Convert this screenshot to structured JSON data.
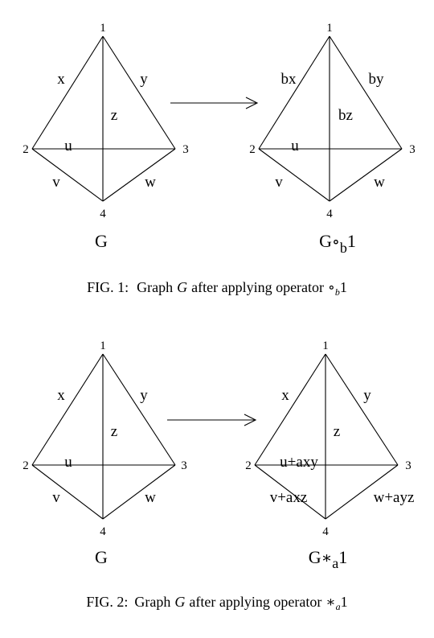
{
  "figures": [
    {
      "caption_prefix": "FIG. 1:",
      "caption_text_a": "Graph",
      "caption_var": "G",
      "caption_text_b": "after applying operator",
      "caption_op": "∘",
      "caption_sub": "b",
      "caption_tail": "1",
      "left": {
        "name": "G",
        "vertices": {
          "v1": "1",
          "v2": "2",
          "v3": "3",
          "v4": "4"
        },
        "edges": {
          "e12": "x",
          "e13": "y",
          "e14": "z",
          "e23": "u",
          "e24": "v",
          "e34": "w"
        }
      },
      "right": {
        "name_main": "G",
        "name_op": "∘",
        "name_sub": "b",
        "name_tail": "1",
        "vertices": {
          "v1": "1",
          "v2": "2",
          "v3": "3",
          "v4": "4"
        },
        "edges": {
          "e12": "bx",
          "e13": "by",
          "e14": "bz",
          "e23": "u",
          "e24": "v",
          "e34": "w"
        }
      }
    },
    {
      "caption_prefix": "FIG. 2:",
      "caption_text_a": "Graph",
      "caption_var": "G",
      "caption_text_b": "after applying operator",
      "caption_op": "∗",
      "caption_sub": "a",
      "caption_tail": "1",
      "left": {
        "name": "G",
        "vertices": {
          "v1": "1",
          "v2": "2",
          "v3": "3",
          "v4": "4"
        },
        "edges": {
          "e12": "x",
          "e13": "y",
          "e14": "z",
          "e23": "u",
          "e24": "v",
          "e34": "w"
        }
      },
      "right": {
        "name_main": "G",
        "name_op": "∗",
        "name_sub": "a",
        "name_tail": "1",
        "vertices": {
          "v1": "1",
          "v2": "2",
          "v3": "3",
          "v4": "4"
        },
        "edges": {
          "e12": "x",
          "e13": "y",
          "e14": "z",
          "e23": "u+axy",
          "e24": "v+axz",
          "e34": "w+ayz"
        }
      }
    }
  ]
}
